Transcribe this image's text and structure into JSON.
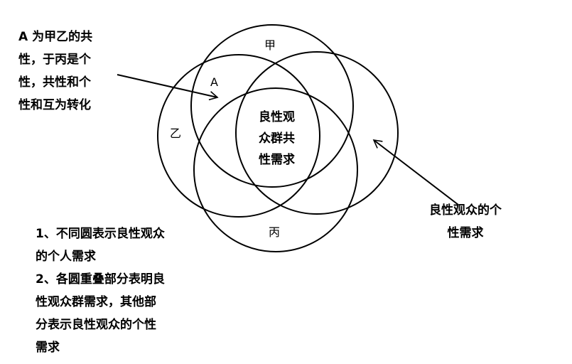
{
  "annotation_a": [
    "A 为甲乙的共",
    "性，于丙是个",
    "性，共性和个",
    "性和互为转化"
  ],
  "labels": {
    "jia": "甲",
    "yi": "乙",
    "bing": "丙",
    "a": "A"
  },
  "center_text": [
    "良性观",
    "众群共",
    "性需求"
  ],
  "right_text": [
    "良性观众的个",
    "性需求"
  ],
  "notes": [
    "1、不同圆表示良性观众",
    "的个人需求",
    "2、各圆重叠部分表明良",
    "性观众群需求，其他部",
    "分表示良性观众的个性",
    "需求"
  ]
}
